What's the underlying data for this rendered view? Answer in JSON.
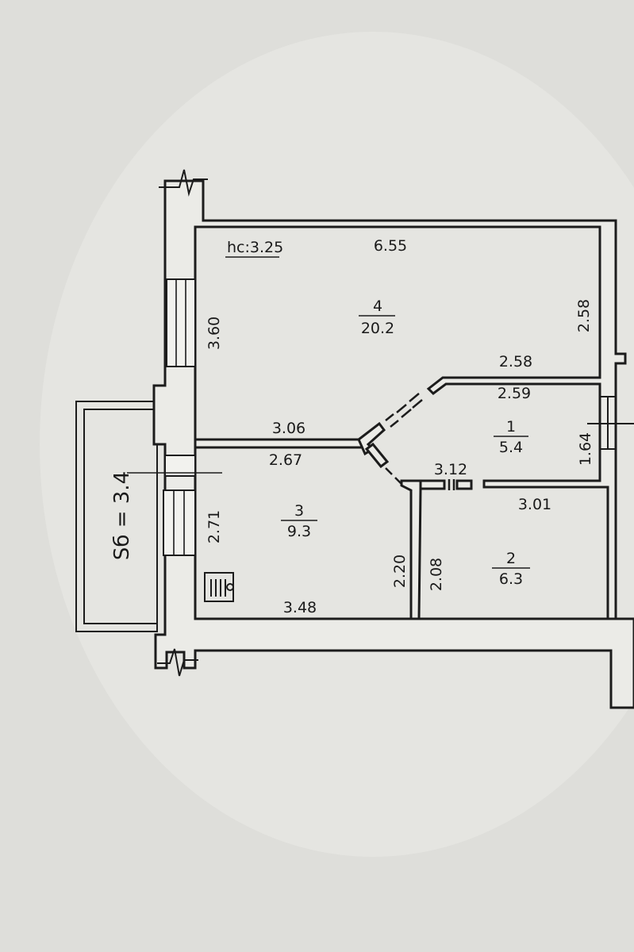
{
  "plan": {
    "ceiling_height": "hc:3.25",
    "balcony_area": "Sб = 3.4",
    "rooms": [
      {
        "id": "1",
        "area": "5.4"
      },
      {
        "id": "2",
        "area": "6.3"
      },
      {
        "id": "3",
        "area": "9.3"
      },
      {
        "id": "4",
        "area": "20.2"
      }
    ],
    "dimensions": {
      "r4_top": "6.55",
      "r4_left": "3.60",
      "r4_right": "2.58",
      "r4_bottom_right": "2.58",
      "r1_top": "2.59",
      "r1_right": "1.64",
      "r3_top": "3.06",
      "r3_top_inner": "2.67",
      "r3_left": "2.71",
      "r3_right": "2.20",
      "r3_bottom": "3.48",
      "corridor": "3.12",
      "r2_top": "3.01",
      "r2_left": "2.08"
    }
  }
}
